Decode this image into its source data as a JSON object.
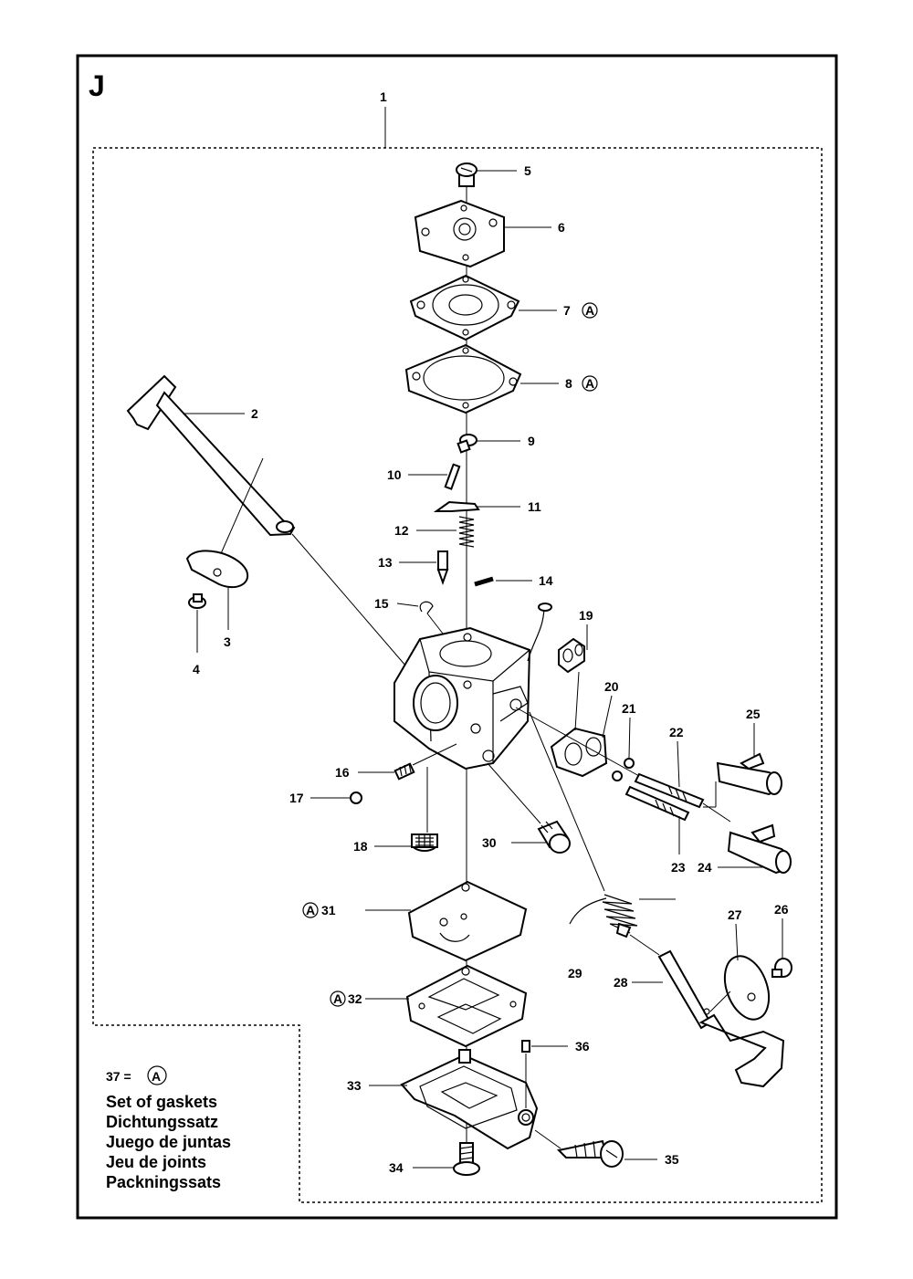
{
  "section_letter": "J",
  "group_number": "1",
  "callouts": {
    "c1": "1",
    "c2": "2",
    "c3": "3",
    "c4": "4",
    "c5": "5",
    "c6": "6",
    "c7": "7",
    "c8": "8",
    "c9": "9",
    "c10": "10",
    "c11": "11",
    "c12": "12",
    "c13": "13",
    "c14": "14",
    "c15": "15",
    "c16": "16",
    "c17": "17",
    "c18": "18",
    "c19": "19",
    "c20": "20",
    "c21": "21",
    "c22": "22",
    "c23": "23",
    "c24": "24",
    "c25": "25",
    "c26": "26",
    "c27": "27",
    "c28": "28",
    "c29": "29",
    "c30": "30",
    "c31": "31",
    "c32": "32",
    "c33": "33",
    "c34": "34",
    "c35": "35",
    "c36": "36"
  },
  "gasket_marker": "A",
  "legend": {
    "code": "37 =",
    "marker": "A",
    "lines": [
      "Set of gaskets",
      "Dichtungssatz",
      "Juego de juntas",
      "Jeu de joints",
      "Packningssats"
    ]
  }
}
